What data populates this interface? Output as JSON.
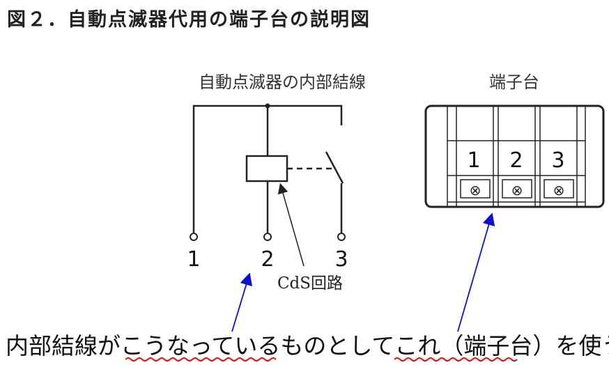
{
  "title": "図２．自動点滅器代用の端子台の説明図",
  "internal_wiring": {
    "label": "自動点滅器の内部結線",
    "terminals": [
      "1",
      "2",
      "3"
    ],
    "cds_label": "CdS回路"
  },
  "terminal_block": {
    "label": "端子台",
    "numbers": [
      "1",
      "2",
      "3"
    ],
    "screw_glyph": "⊗"
  },
  "caption": {
    "prefix": "内部結線が",
    "underline1": "こうなっている",
    "middle": "ものとして",
    "underline2": "これ（端子台）",
    "suffix": "を使う"
  },
  "colors": {
    "arrow": "#1010d0",
    "wavy_underline": "#e01010",
    "line": "#222222"
  }
}
